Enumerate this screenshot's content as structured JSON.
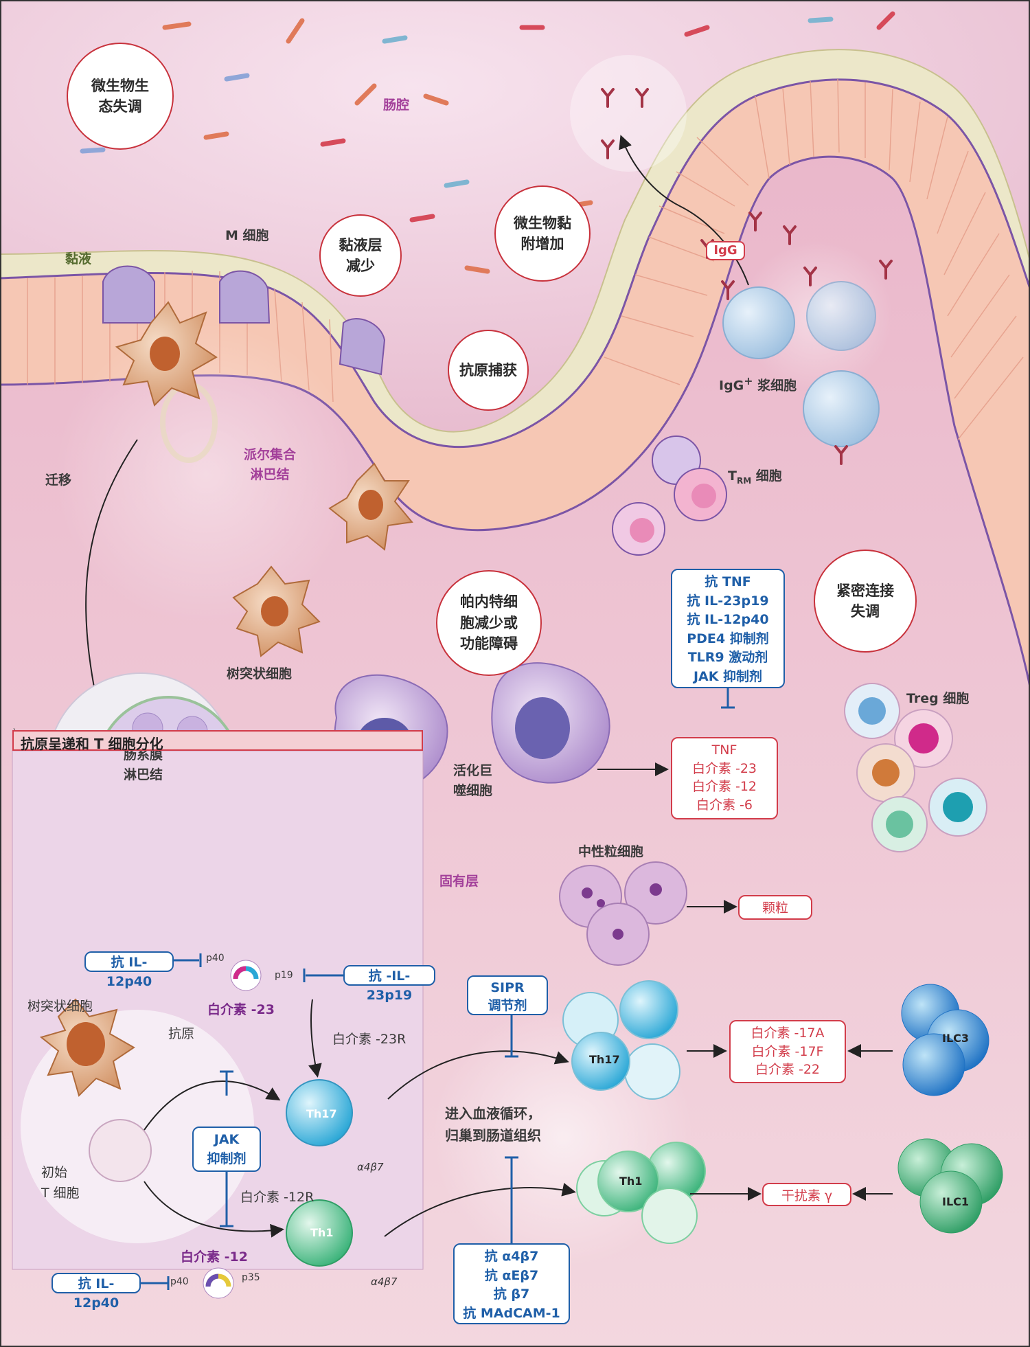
{
  "regions": {
    "lumen": "肠腔",
    "mucus": "黏液",
    "peyers_patch": "派尔集合\n淋巴结",
    "lamina_propria": "固有层",
    "migration": "迁移",
    "mesenteric_node": "肠系膜\n淋巴结"
  },
  "callouts": {
    "dysbiosis": "微生物生\n态失调",
    "mucus_reduced": "黏液层\n减少",
    "adherence": "微生物黏\n附增加",
    "antigen_capture": "抗原捕获",
    "paneth": "帕内特细\n胞减少或\n功能障碍",
    "tight_junction": "紧密连接\n失调"
  },
  "cells": {
    "m_cell": "M 细胞",
    "dendritic": "树突状细胞",
    "plasma": "IgG",
    "plasma_sup": "+",
    "plasma_suffix": " 浆细胞",
    "igg_tag": "IgG",
    "trm": "T",
    "trm_sub": "RM",
    "trm_suffix": " 细胞",
    "macrophage": "活化巨\n噬细胞",
    "treg": "Treg 细胞",
    "neutrophil": "中性粒细胞",
    "ilc3": "ILC3",
    "ilc1": "ILC1",
    "th17_out": "Th17",
    "th1_out": "Th1"
  },
  "therapies_top": [
    "抗 TNF",
    "抗 IL-23p19",
    "抗 IL-12p40",
    "PDE4 抑制剂",
    "TLR9 激动剂",
    "JAK 抑制剂"
  ],
  "cytokines_macrophage": [
    "TNF",
    "白介素 -23",
    "白介素 -12",
    "白介素 -6"
  ],
  "granules": "颗粒",
  "panel": {
    "title": "抗原呈递和 T 细胞分化",
    "anti_p40_top": "抗 IL-12p40",
    "anti_p19": "抗 -IL-23p19",
    "p40_top": "p40",
    "p19": "p19",
    "il23": "白介素 -23",
    "il23r": "白介素 -23R",
    "dc": "树突状细胞",
    "antigen": "抗原",
    "naive": "初始\nT 细胞",
    "jak": "JAK\n抑制剂",
    "il12r": "白介素 -12R",
    "il12": "白介素 -12",
    "anti_p40_bottom": "抗 IL-12p40",
    "p40_bottom": "p40",
    "p35": "p35",
    "th17": "Th17",
    "th1": "Th1",
    "a4b7_1": "α4β7",
    "a4b7_2": "α4β7"
  },
  "s1pr": "SIPR\n调节剂",
  "circulation": "进入血液循环，\n归巢到肠道组织",
  "integrins": [
    "抗 α4β7",
    "抗 αEβ7",
    "抗 β7",
    "抗 MAdCAM-1"
  ],
  "th17_cytokines": [
    "白介素 -17A",
    "白介素 -17F",
    "白介素 -22"
  ],
  "ifn": "干扰素 γ",
  "colors": {
    "callout_border": "#c8323c",
    "therapy_blue": "#1f5fa8",
    "cytokine_red": "#d23c4a",
    "label_purple": "#a3409a",
    "th17_cyan": "#2aa7d6",
    "th1_green": "#3bb37a"
  }
}
